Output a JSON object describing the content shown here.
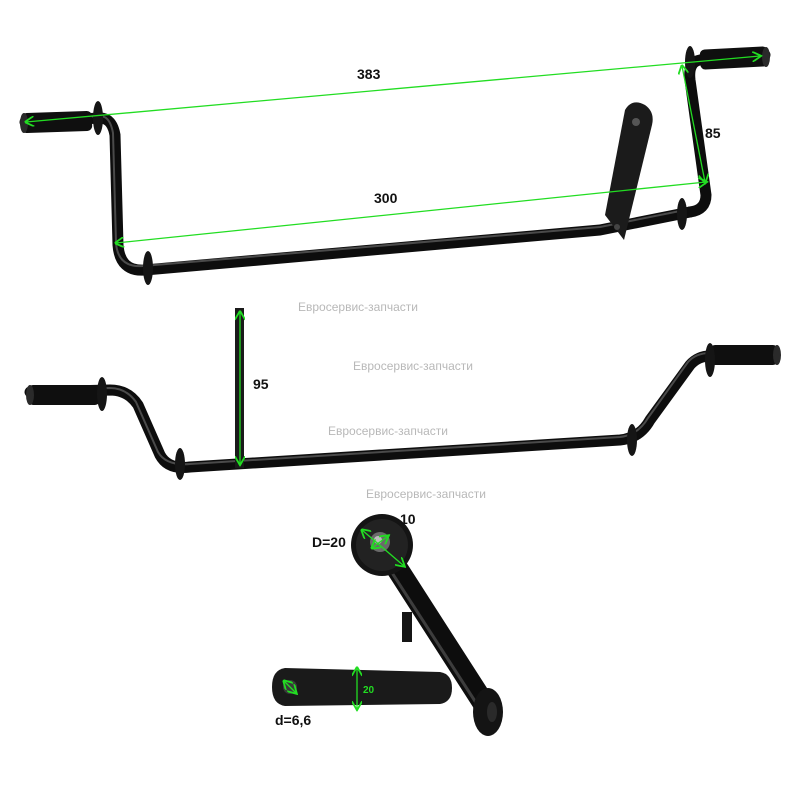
{
  "watermarks": [
    "Евросервис-запчасти",
    "Евросервис-запчасти",
    "Евросервис-запчасти",
    "Евросервис-запчасти"
  ],
  "dimensions": {
    "top_overall_width": "383",
    "top_inner_width": "300",
    "top_height": "85",
    "mid_plate_height": "95",
    "end_hole_small": "10",
    "end_outer_diameter": "D=20",
    "plate_width": "20",
    "plate_hole": "d=6,6"
  },
  "colors": {
    "metal": "#111111",
    "dimension_line": "#22dd22",
    "background": "#ffffff"
  }
}
